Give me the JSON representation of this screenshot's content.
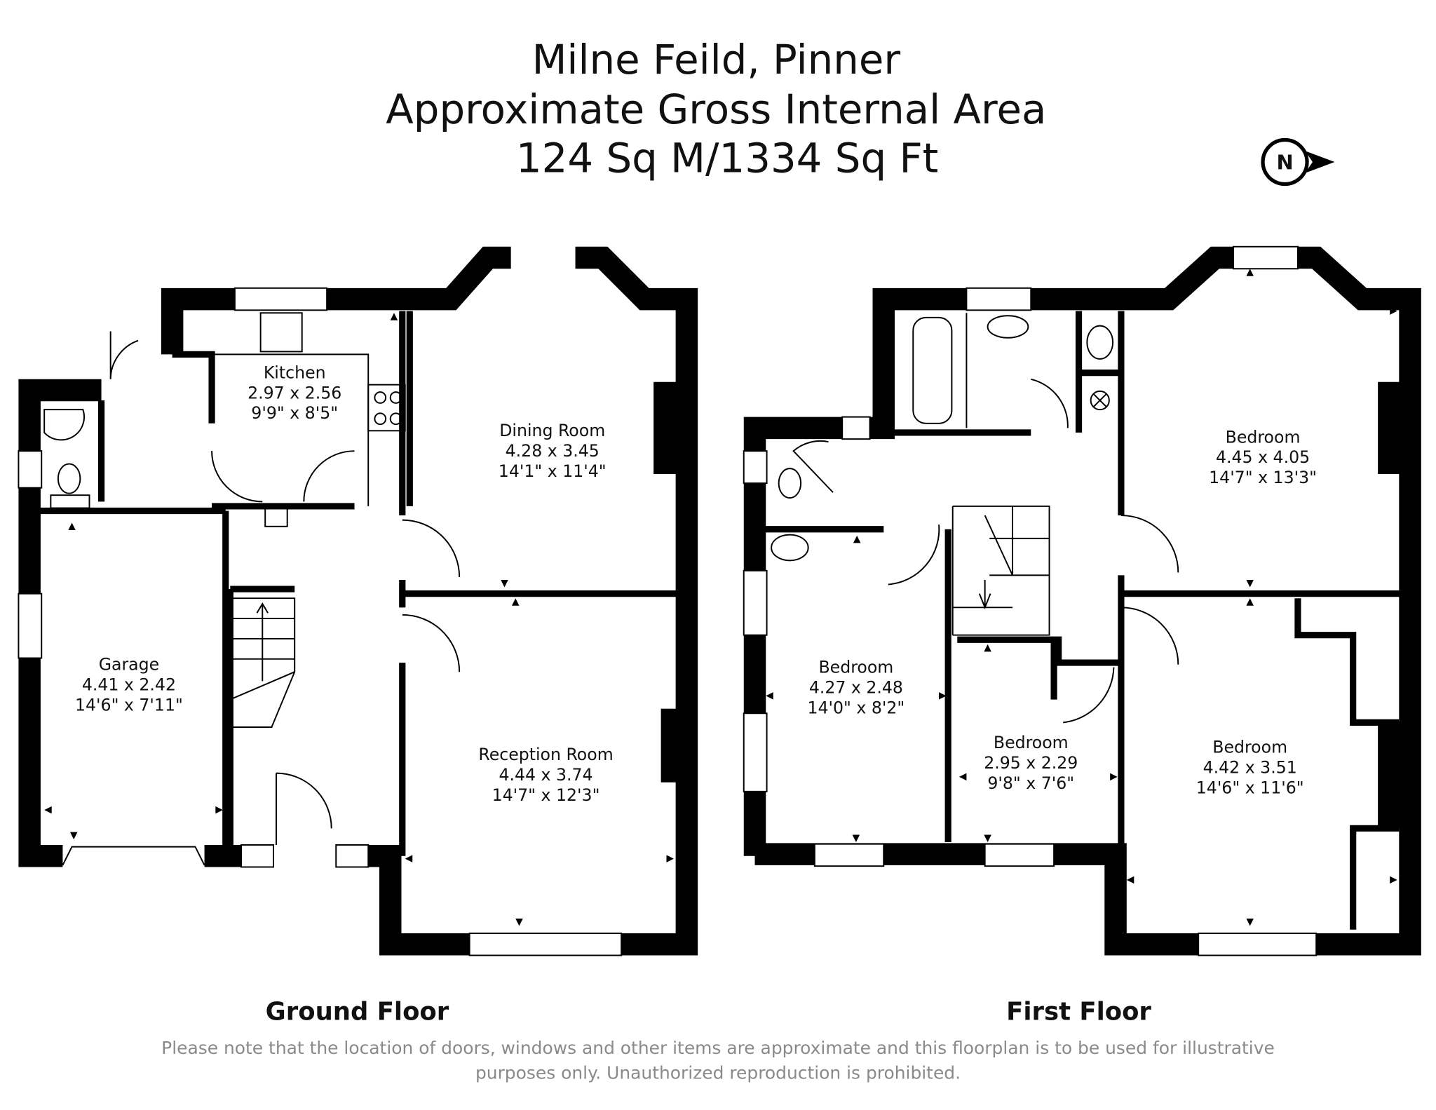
{
  "header": {
    "title": "Milne Feild, Pinner",
    "subtitle": "Approximate Gross Internal Area",
    "area": "124 Sq M/1334 Sq Ft"
  },
  "compass": {
    "label": "N",
    "icon": "north-arrow-icon"
  },
  "ground_floor": {
    "label": "Ground Floor",
    "rooms": [
      {
        "name": "Kitchen",
        "metric": "2.97 x 2.56",
        "imperial": "9'9\" x 8'5\""
      },
      {
        "name": "Dining Room",
        "metric": "4.28 x 3.45",
        "imperial": "14'1\" x 11'4\""
      },
      {
        "name": "Garage",
        "metric": "4.41 x 2.42",
        "imperial": "14'6\" x 7'11\""
      },
      {
        "name": "Reception Room",
        "metric": "4.44 x 3.74",
        "imperial": "14'7\" x 12'3\""
      }
    ]
  },
  "first_floor": {
    "label": "First Floor",
    "rooms": [
      {
        "name": "Bedroom",
        "metric": "4.45 x 4.05",
        "imperial": "14'7\" x 13'3\""
      },
      {
        "name": "Bedroom",
        "metric": "4.27 x 2.48",
        "imperial": "14'0\" x 8'2\""
      },
      {
        "name": "Bedroom",
        "metric": "2.95 x 2.29",
        "imperial": "9'8\" x 7'6\""
      },
      {
        "name": "Bedroom",
        "metric": "4.42 x 3.51",
        "imperial": "14'6\" x 11'6\""
      }
    ]
  },
  "disclaimer": {
    "line1": "Please note that the location of doors, windows and other items are approximate and this floorplan is to be used for illustrative",
    "line2": "purposes only. Unauthorized reproduction is prohibited."
  }
}
